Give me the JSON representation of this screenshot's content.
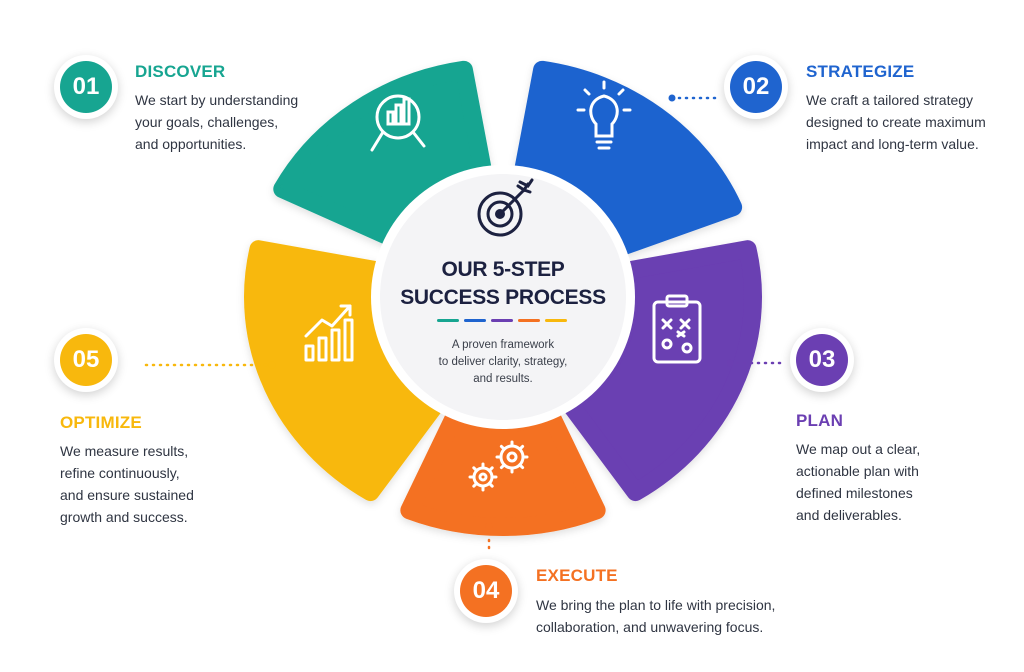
{
  "center": {
    "title_line1": "OUR 5-STEP",
    "title_line2": "SUCCESS PROCESS",
    "sub_line1": "A proven framework",
    "sub_line2": "to deliver clarity, strategy,",
    "sub_line3": "and results.",
    "icon": "target-icon"
  },
  "colors": {
    "discover": "#17a591",
    "strategize": "#1f64cf",
    "plan": "#6b3fb2",
    "execute": "#f47122",
    "optimize": "#f8b80d",
    "center_bg": "#f4f4f6",
    "navy": "#1c2140"
  },
  "steps": [
    {
      "number": "01",
      "title": "DISCOVER",
      "icon": "magnifier-chart-icon",
      "desc": [
        "We start by understanding",
        "your goals, challenges,",
        "and opportunities."
      ]
    },
    {
      "number": "02",
      "title": "STRATEGIZE",
      "icon": "lightbulb-icon",
      "desc": [
        "We craft a tailored strategy",
        "designed to create maximum",
        "impact and long-term value."
      ]
    },
    {
      "number": "03",
      "title": "PLAN",
      "icon": "clipboard-plan-icon",
      "desc": [
        "We map out a clear,",
        "actionable plan with",
        "defined milestones",
        "and deliverables."
      ]
    },
    {
      "number": "04",
      "title": "EXECUTE",
      "icon": "gears-icon",
      "desc": [
        "We bring the plan to life with precision,",
        "collaboration, and unwavering focus."
      ]
    },
    {
      "number": "05",
      "title": "OPTIMIZE",
      "icon": "growth-chart-icon",
      "desc": [
        "We measure results,",
        "refine continuously,",
        "and ensure sustained",
        "growth and success."
      ]
    }
  ]
}
